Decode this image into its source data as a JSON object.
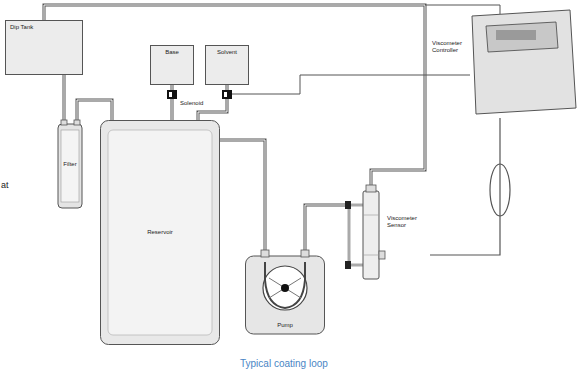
{
  "diagram": {
    "caption": "Typical coating loop",
    "nodes": [
      {
        "text": [
          "Dip Tank"
        ]
      },
      {
        "text": [
          "Base"
        ]
      },
      {
        "text": [
          "Solvent"
        ]
      },
      {
        "text": [
          "Viscometer Controller"
        ]
      },
      {
        "text": [
          "Filter"
        ]
      },
      {
        "text": [
          "Reservoir"
        ]
      },
      {
        "text": [
          "Pump"
        ]
      },
      {
        "text": [
          "Viscometer Sensor"
        ]
      }
    ],
    "edges": [
      {
        "from": 0,
        "to": 4,
        "arrow": "none"
      },
      {
        "from": 4,
        "to": 5,
        "arrow": "none"
      },
      {
        "from": 1,
        "to": 5,
        "arrow": "none"
      },
      {
        "from": 2,
        "to": 5,
        "arrow": "none"
      },
      {
        "from": 5,
        "to": 6,
        "arrow": "none"
      },
      {
        "from": 6,
        "to": 7,
        "arrow": "none"
      },
      {
        "from": 7,
        "to": 0,
        "arrow": "none"
      },
      {
        "from": 7,
        "to": 3,
        "arrow": "none"
      }
    ],
    "labels": [
      "Solenoid",
      "at"
    ]
  }
}
